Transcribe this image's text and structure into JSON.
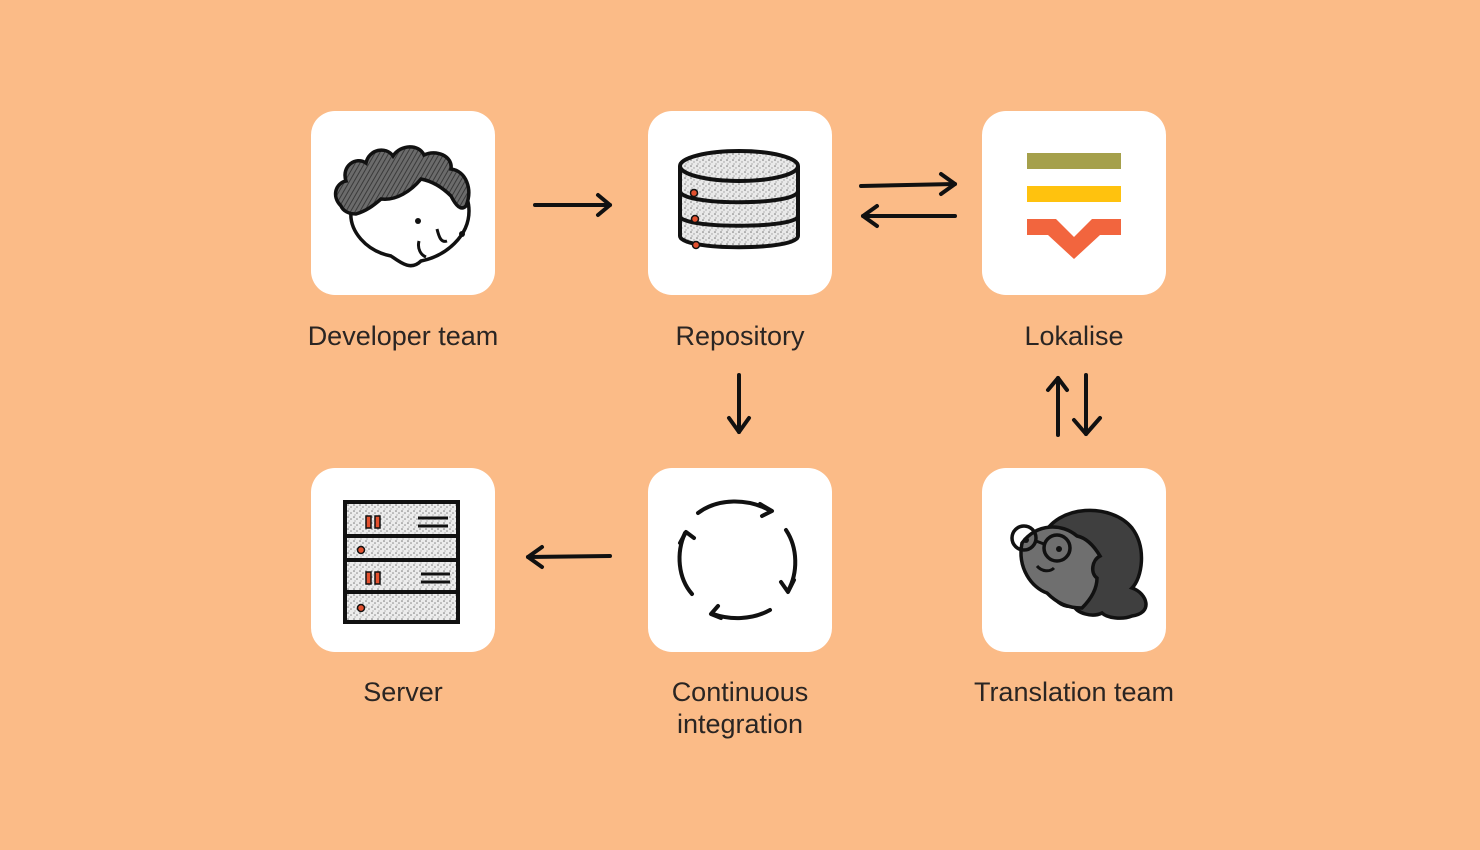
{
  "diagram": {
    "title": "Localization workflow",
    "background_color": "#FBBB87",
    "nodes": [
      {
        "id": "developer-team",
        "label": "Developer team",
        "icon": "developer-face-icon"
      },
      {
        "id": "repository",
        "label": "Repository",
        "icon": "database-icon"
      },
      {
        "id": "lokalise",
        "label": "Lokalise",
        "icon": "lokalise-logo-icon"
      },
      {
        "id": "server",
        "label": "Server",
        "icon": "server-rack-icon"
      },
      {
        "id": "continuous-integration",
        "label_line1": "Continuous",
        "label_line2": "integration",
        "icon": "cycle-arrows-icon"
      },
      {
        "id": "translation-team",
        "label": "Translation team",
        "icon": "translator-face-icon"
      }
    ],
    "edges": [
      {
        "from": "developer-team",
        "to": "repository",
        "direction": "one-way"
      },
      {
        "from": "repository",
        "to": "lokalise",
        "direction": "two-way"
      },
      {
        "from": "repository",
        "to": "continuous-integration",
        "direction": "one-way"
      },
      {
        "from": "lokalise",
        "to": "translation-team",
        "direction": "two-way"
      },
      {
        "from": "continuous-integration",
        "to": "server",
        "direction": "one-way"
      }
    ],
    "colors": {
      "lokalise_bar_1": "#A5A04B",
      "lokalise_bar_2": "#FFC20E",
      "lokalise_chevron": "#F2653E",
      "server_led": "#E2502E"
    }
  }
}
